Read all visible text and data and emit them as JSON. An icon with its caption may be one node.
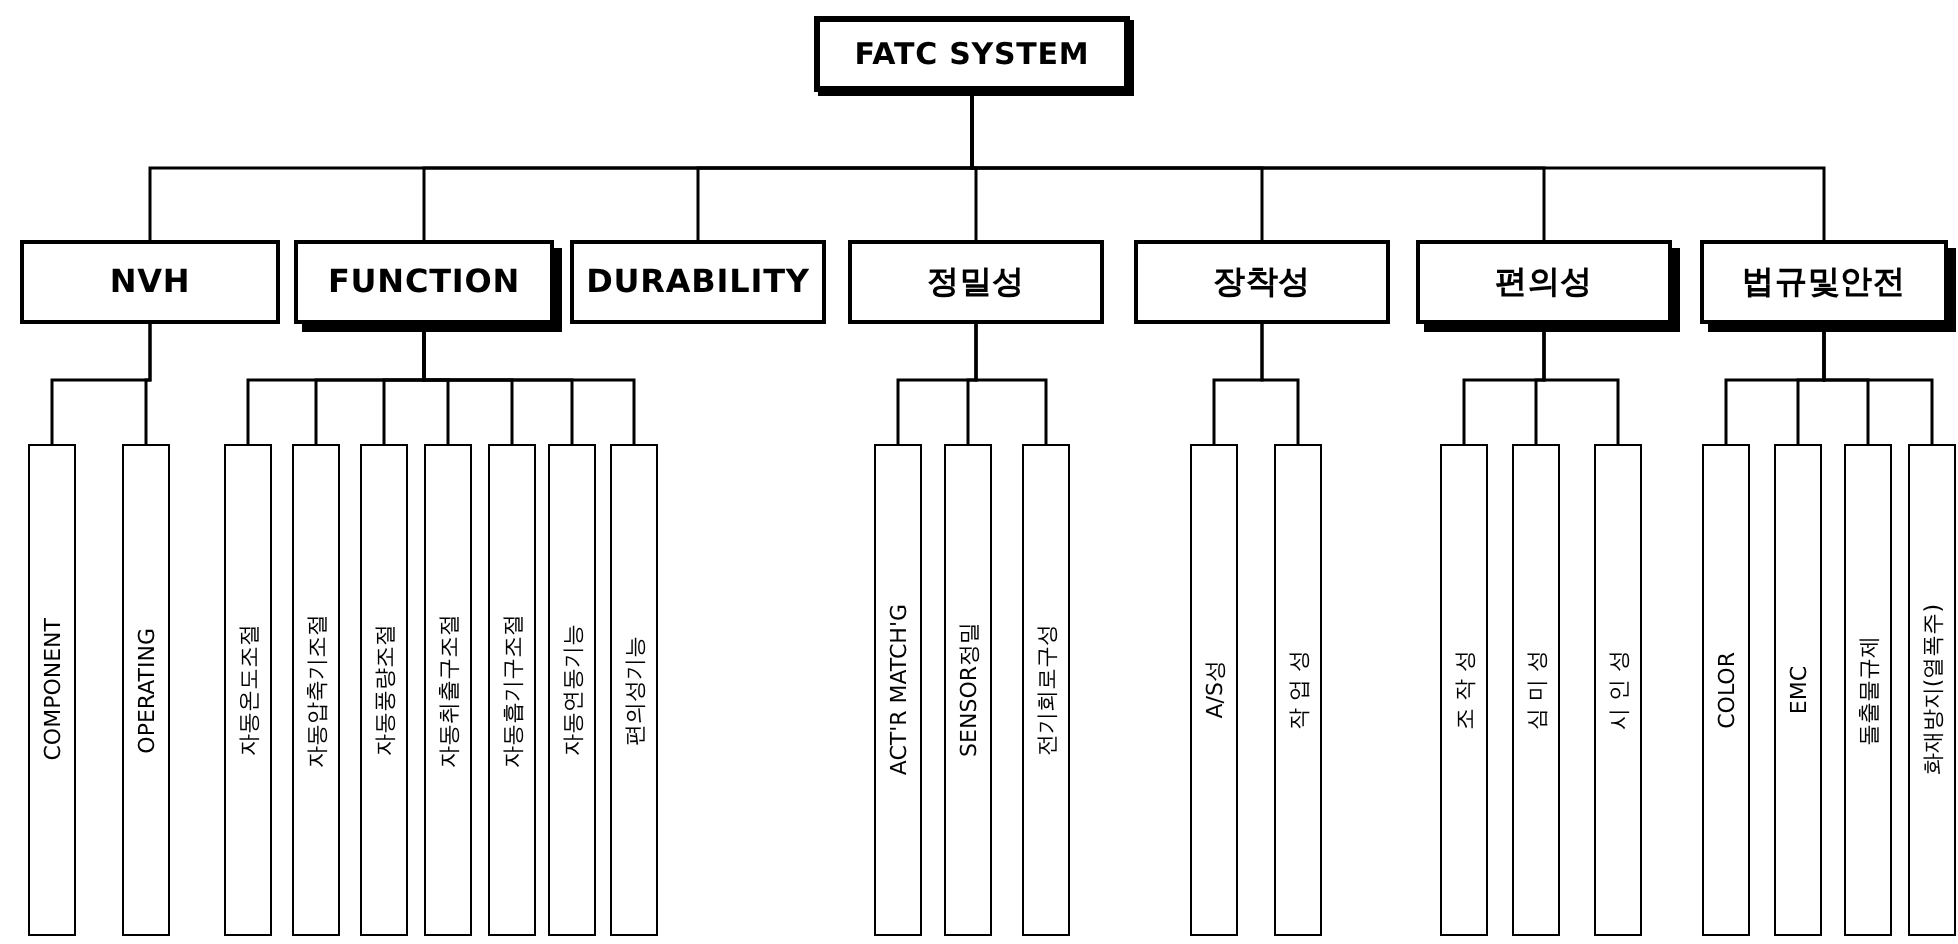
{
  "diagram": {
    "nodes": [
      {
        "text": [
          "FATC SYSTEM"
        ]
      },
      {
        "text": [
          "NVH"
        ]
      },
      {
        "text": [
          "FUNCTION"
        ]
      },
      {
        "text": [
          "DURABILITY"
        ]
      },
      {
        "text": [
          "정밀성"
        ]
      },
      {
        "text": [
          "장착성"
        ]
      },
      {
        "text": [
          "편의성"
        ]
      },
      {
        "text": [
          "법규및안전"
        ]
      },
      {
        "text": [
          "COMPONENT"
        ]
      },
      {
        "text": [
          "OPERATING"
        ]
      },
      {
        "text": [
          "자동온도조절"
        ]
      },
      {
        "text": [
          "자동압축기조절"
        ]
      },
      {
        "text": [
          "자동풍량조절"
        ]
      },
      {
        "text": [
          "자동취출구조절"
        ]
      },
      {
        "text": [
          "자동흡기구조절"
        ]
      },
      {
        "text": [
          "자동연동기능"
        ]
      },
      {
        "text": [
          "편의성기능"
        ]
      },
      {
        "text": [
          "ACT'R MATCH'G"
        ]
      },
      {
        "text": [
          "SENSOR정밀"
        ]
      },
      {
        "text": [
          "전기회로구성"
        ]
      },
      {
        "text": [
          "A/S성"
        ]
      },
      {
        "text": [
          "작 업 성"
        ]
      },
      {
        "text": [
          "조 작 성"
        ]
      },
      {
        "text": [
          "심 미 성"
        ]
      },
      {
        "text": [
          "시 인 성"
        ]
      },
      {
        "text": [
          "COLOR"
        ]
      },
      {
        "text": [
          "EMC"
        ]
      },
      {
        "text": [
          "돌출물규제"
        ]
      },
      {
        "text": [
          "화재방지(열폭주)"
        ]
      }
    ],
    "edges": [
      {
        "from": 0,
        "to": 1,
        "arrow": "none"
      },
      {
        "from": 0,
        "to": 2,
        "arrow": "none"
      },
      {
        "from": 0,
        "to": 3,
        "arrow": "none"
      },
      {
        "from": 0,
        "to": 4,
        "arrow": "none"
      },
      {
        "from": 0,
        "to": 5,
        "arrow": "none"
      },
      {
        "from": 0,
        "to": 6,
        "arrow": "none"
      },
      {
        "from": 0,
        "to": 7,
        "arrow": "none"
      },
      {
        "from": 1,
        "to": 8,
        "arrow": "none"
      },
      {
        "from": 1,
        "to": 9,
        "arrow": "none"
      },
      {
        "from": 2,
        "to": 10,
        "arrow": "none"
      },
      {
        "from": 2,
        "to": 11,
        "arrow": "none"
      },
      {
        "from": 2,
        "to": 12,
        "arrow": "none"
      },
      {
        "from": 2,
        "to": 13,
        "arrow": "none"
      },
      {
        "from": 2,
        "to": 14,
        "arrow": "none"
      },
      {
        "from": 2,
        "to": 15,
        "arrow": "none"
      },
      {
        "from": 2,
        "to": 16,
        "arrow": "none"
      },
      {
        "from": 4,
        "to": 17,
        "arrow": "none"
      },
      {
        "from": 4,
        "to": 18,
        "arrow": "none"
      },
      {
        "from": 4,
        "to": 19,
        "arrow": "none"
      },
      {
        "from": 5,
        "to": 20,
        "arrow": "none"
      },
      {
        "from": 5,
        "to": 21,
        "arrow": "none"
      },
      {
        "from": 6,
        "to": 22,
        "arrow": "none"
      },
      {
        "from": 6,
        "to": 23,
        "arrow": "none"
      },
      {
        "from": 6,
        "to": 24,
        "arrow": "none"
      },
      {
        "from": 7,
        "to": 25,
        "arrow": "none"
      },
      {
        "from": 7,
        "to": 26,
        "arrow": "none"
      },
      {
        "from": 7,
        "to": 27,
        "arrow": "none"
      },
      {
        "from": 7,
        "to": 28,
        "arrow": "none"
      }
    ]
  }
}
